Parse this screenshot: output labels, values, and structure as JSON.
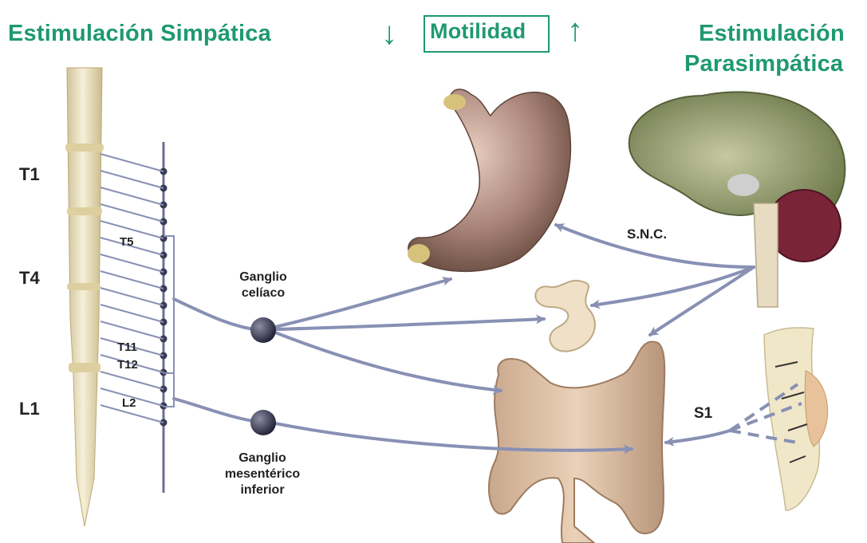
{
  "titles": {
    "sympathetic": "Estimulación Simpática",
    "motility": "Motilidad",
    "parasympathetic_line1": "Estimulación",
    "parasympathetic_line2": "Parasimpática"
  },
  "motility_arrows": {
    "decrease_icon": "arrow-down-icon",
    "increase_icon": "arrow-up-icon",
    "decrease_glyph": "↓",
    "increase_glyph": "↑"
  },
  "segments": {
    "t1": "T1",
    "t4": "T4",
    "l1": "L1",
    "t5": "T5",
    "t11": "T11",
    "t12": "T12",
    "l2": "L2",
    "s1": "S1"
  },
  "ganglia": {
    "celiac_line1": "Ganglio",
    "celiac_line2": "celíaco",
    "inferior_line1": "Ganglio",
    "inferior_line2": "mesentérico",
    "inferior_line3": "inferior"
  },
  "cns": "S.N.C.",
  "colors": {
    "accent": "#1e9a6e",
    "nerve": "#8890b4",
    "spine": "#efe6c4",
    "organ": "#c7a48a"
  }
}
